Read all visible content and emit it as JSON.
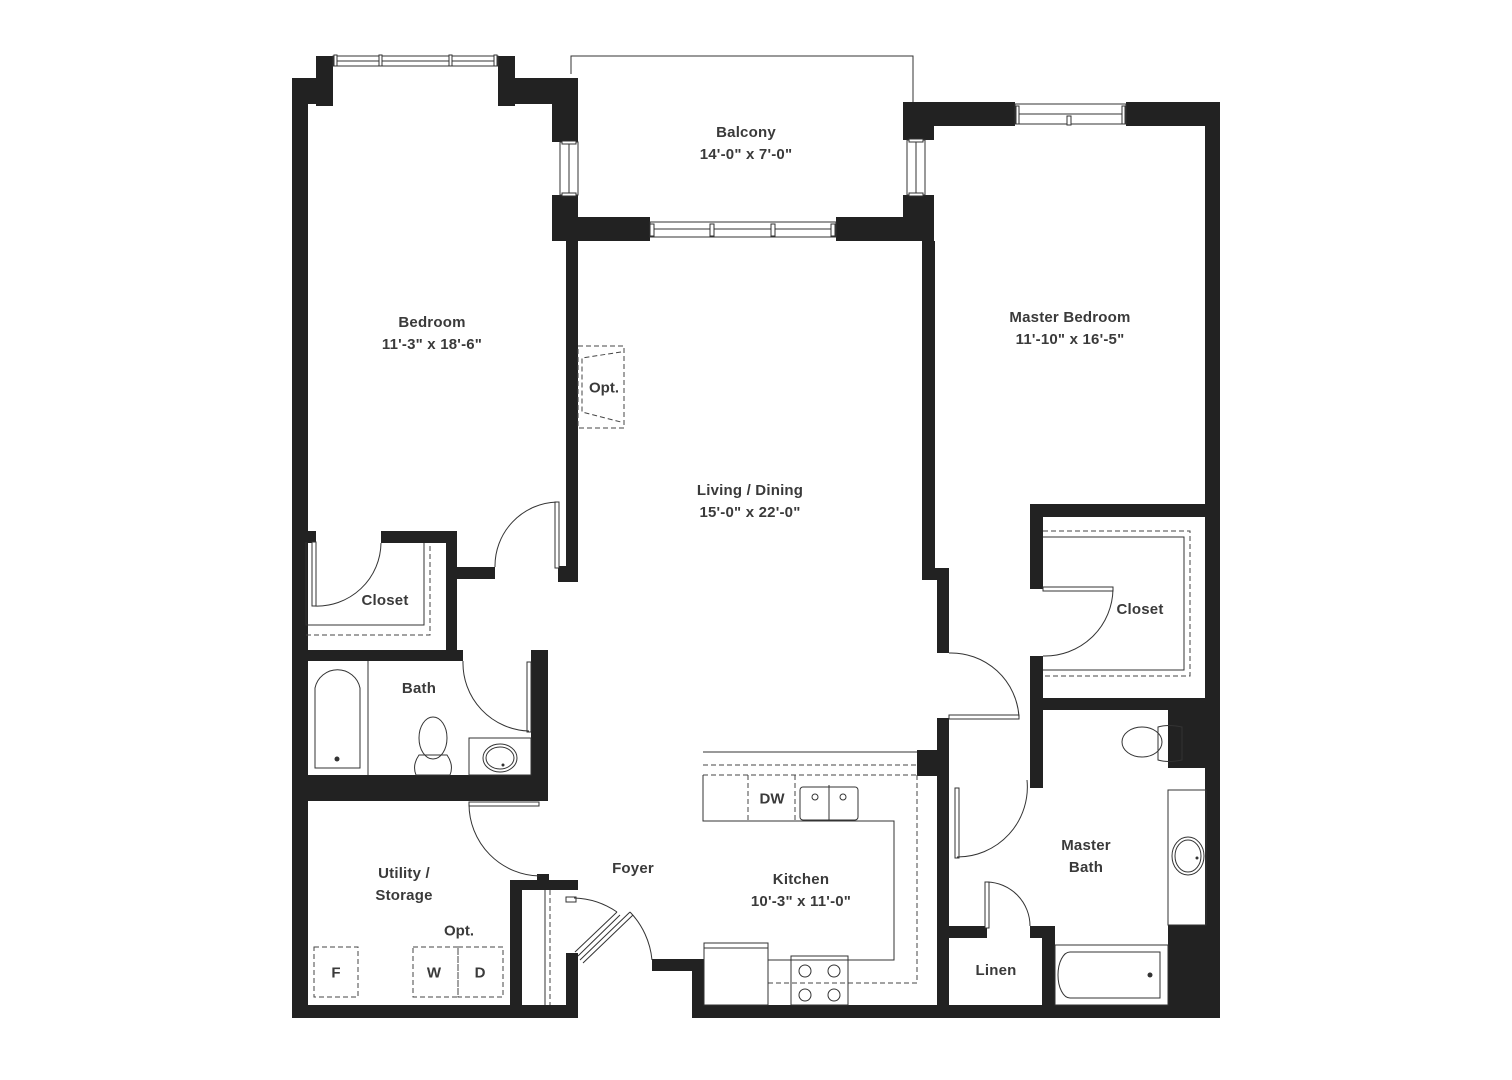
{
  "floor_plan": {
    "rooms": {
      "balcony": {
        "name": "Balcony",
        "dims": "14'-0\" x 7'-0\""
      },
      "bedroom": {
        "name": "Bedroom",
        "dims": "11'-3\" x 18'-6\""
      },
      "master_bedroom": {
        "name": "Master Bedroom",
        "dims": "11'-10\" x 16'-5\""
      },
      "living_dining": {
        "name": "Living / Dining",
        "dims": "15'-0\" x 22'-0\""
      },
      "closet_left": {
        "name": "Closet"
      },
      "closet_right": {
        "name": "Closet"
      },
      "bath": {
        "name": "Bath"
      },
      "utility": {
        "name_line1": "Utility /",
        "name_line2": "Storage"
      },
      "foyer": {
        "name": "Foyer"
      },
      "kitchen": {
        "name": "Kitchen",
        "dims": "10'-3\" x 11'-0\""
      },
      "master_bath": {
        "name_line1": "Master",
        "name_line2": "Bath"
      },
      "linen": {
        "name": "Linen"
      }
    },
    "fixtures": {
      "fireplace_opt": "Opt.",
      "laundry_opt": "Opt.",
      "freezer": "F",
      "washer": "W",
      "dryer": "D",
      "dishwasher": "DW"
    },
    "colors": {
      "wall": "#222222",
      "line": "#333333",
      "text": "#3a3a3a",
      "background": "#ffffff"
    }
  }
}
